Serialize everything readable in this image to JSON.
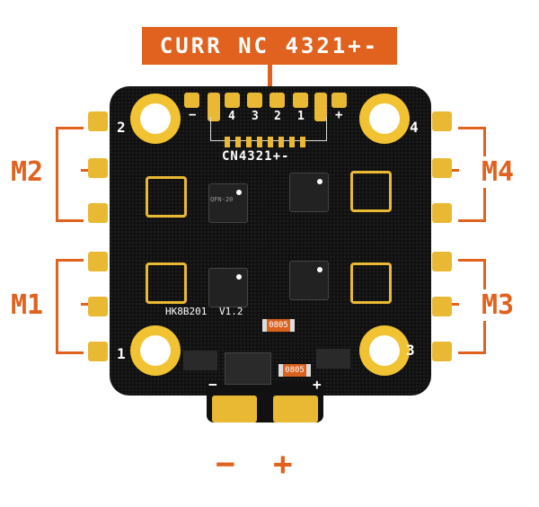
{
  "banner": {
    "label": "CURR NC 4321+-"
  },
  "connector": {
    "label": "CN4321+-",
    "pins": [
      "−",
      "4",
      "3",
      "2",
      "1",
      "+"
    ]
  },
  "holes": {
    "top_left": "2",
    "top_right": "4",
    "bottom_left": "1",
    "bottom_right": "3"
  },
  "motors": {
    "m1": "M1",
    "m2": "M2",
    "m3": "M3",
    "m4": "M4"
  },
  "board": {
    "model": "HK8B201",
    "version": "V1.2",
    "chip_label": "QFN-20",
    "resistor_label": "0805"
  },
  "power": {
    "minus": "−",
    "plus": "+",
    "board_minus": "−",
    "board_plus": "+"
  }
}
